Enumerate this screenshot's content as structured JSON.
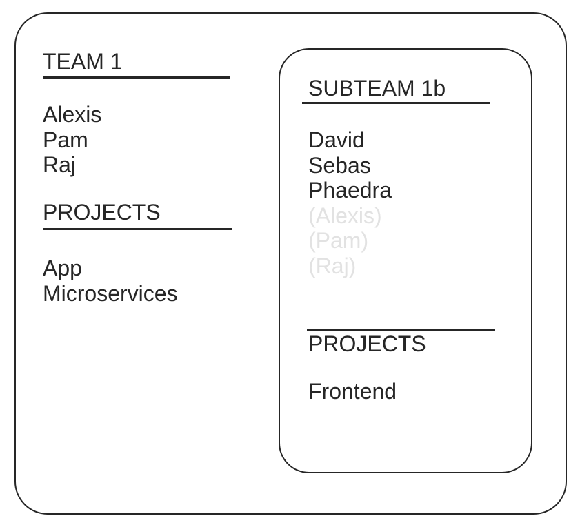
{
  "colors": {
    "ink": "#262626",
    "muted_text": "#e2e2e2",
    "background": "#ffffff"
  },
  "team_box": {
    "title": "TEAM 1",
    "members": [
      "Alexis",
      "Pam",
      "Raj"
    ],
    "projects_heading": "PROJECTS",
    "projects": [
      "App",
      "Microservices"
    ]
  },
  "subteam_box": {
    "title": "SUBTEAM 1b",
    "members": [
      "David",
      "Sebas",
      "Phaedra"
    ],
    "inherited_members": [
      "(Alexis)",
      "(Pam)",
      "(Raj)"
    ],
    "projects_heading": "PROJECTS",
    "projects": [
      "Frontend"
    ]
  }
}
